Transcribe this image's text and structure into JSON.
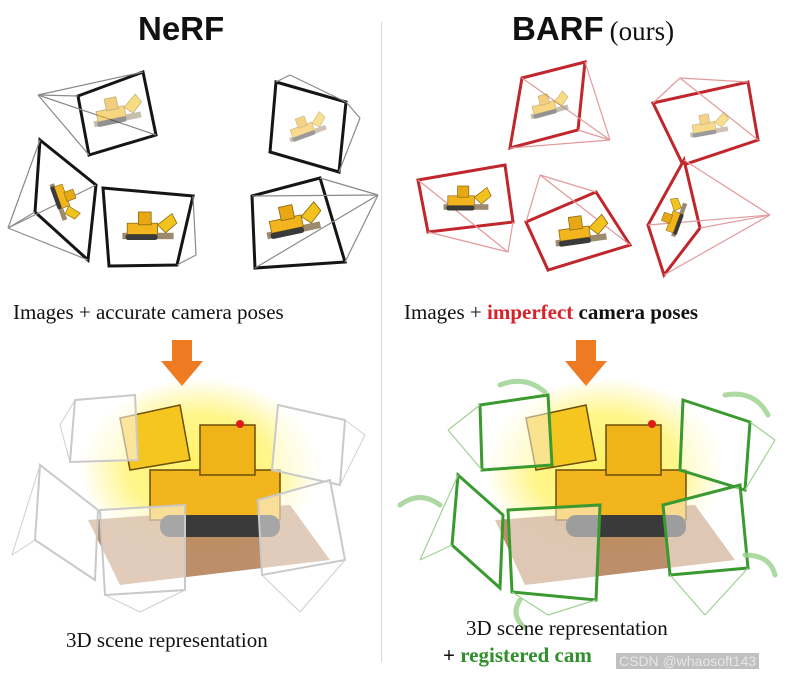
{
  "left_panel": {
    "title": "NeRF",
    "input_caption": "Images + accurate camera poses",
    "output_caption": "3D scene representation"
  },
  "right_panel": {
    "title": "BARF",
    "title_suffix": "(ours)",
    "input_caption_plain": "Images + ",
    "input_caption_highlight": "imperfect",
    "input_caption_rest": " camera poses",
    "output_caption_line1": "3D scene representation",
    "output_caption_prefix": "+ ",
    "output_caption_line2": "registered cam"
  },
  "watermark": "CSDN @whaosoft143",
  "colors": {
    "arrow": "#ee7a22",
    "nerf_camera": "#151515",
    "barf_camera": "#c0262b",
    "registered_camera": "#3b9a2f",
    "highlight_red": "#d6232a",
    "highlight_green": "#2f8f2a",
    "glow": "#fff25a",
    "bulldozer": "#f2b51d"
  }
}
